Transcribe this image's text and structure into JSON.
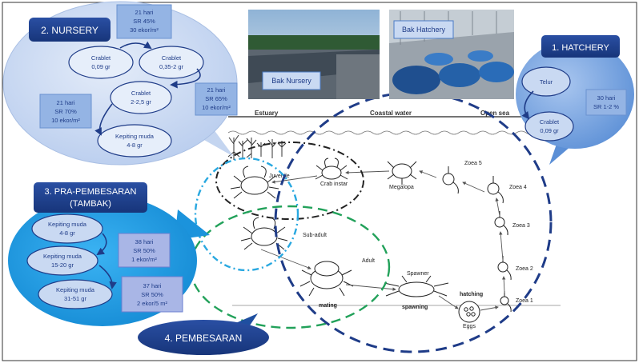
{
  "nursery": {
    "title": "2. NURSERY",
    "bubble1": {
      "line1": "Crablet",
      "line2": "0,09 gr"
    },
    "bubble2": {
      "line1": "Crablet",
      "line2": "0,35-2 gr"
    },
    "bubble3": {
      "line1": "Crablet",
      "line2": "2-2,5 gr"
    },
    "bubble4": {
      "line1": "Kepiting muda",
      "line2": "4-8 gr"
    },
    "info_top": {
      "line1": "21 hari",
      "line2": "SR 45%",
      "line3": "30 ekor/m²"
    },
    "info_right": {
      "line1": "21 hari",
      "line2": "SR 65%",
      "line3": "10 ekor/m²"
    },
    "info_left": {
      "line1": "21 hari",
      "line2": "SR 70%",
      "line3": "10 ekor/m²"
    }
  },
  "photos": {
    "nursery_label": "Bak Nursery",
    "hatchery_label": "Bak Hatchery"
  },
  "hatchery": {
    "title": "1. HATCHERY",
    "bubble1": "Telur",
    "bubble2": {
      "line1": "Crablet",
      "line2": "0,09 gr"
    },
    "info": {
      "line1": "30 hari",
      "line2": "SR 1-2 %"
    }
  },
  "pra": {
    "title_line1": "3. PRA-PEMBESARAN",
    "title_line2": "(TAMBAK)",
    "bubble1": {
      "line1": "Kepiting muda",
      "line2": "4-8 gr"
    },
    "bubble2": {
      "line1": "Kepiting muda",
      "line2": "15-20 gr"
    },
    "bubble3": {
      "line1": "Kepiting muda",
      "line2": "31-51 gr"
    },
    "info1": {
      "line1": "38 hari",
      "line2": "SR 50%",
      "line3": "1 ekor/m²"
    },
    "info2": {
      "line1": "37 hari",
      "line2": "SR 50%",
      "line3": "2 ekor/5 m²"
    }
  },
  "pembesaran": {
    "title": "4. PEMBESARAN"
  },
  "lifecycle": {
    "estuary": "Estuary",
    "coastal": "Coastal water",
    "opensea": "Open sea",
    "juvenile": "Juvenile",
    "crab_instar": "Crab instar",
    "megalopa": "Megalopa",
    "zoea5": "Zoea 5",
    "zoea4": "Zoea 4",
    "zoea3": "Zoea 3",
    "zoea2": "Zoea 2",
    "zoea1": "Zoea 1",
    "subadult": "Sub-adult",
    "adult": "Adult",
    "spawner": "Spawner",
    "mating": "mating",
    "spawning": "spawning",
    "hatching": "hatching",
    "eggs": "Eggs"
  },
  "colors": {
    "dark_navy": "#1f3c88",
    "mid_blue": "#4a7cc6",
    "light_blue": "#c9d9f2",
    "cyan_blue": "#19a0e6",
    "green_dash": "#22a15a"
  }
}
